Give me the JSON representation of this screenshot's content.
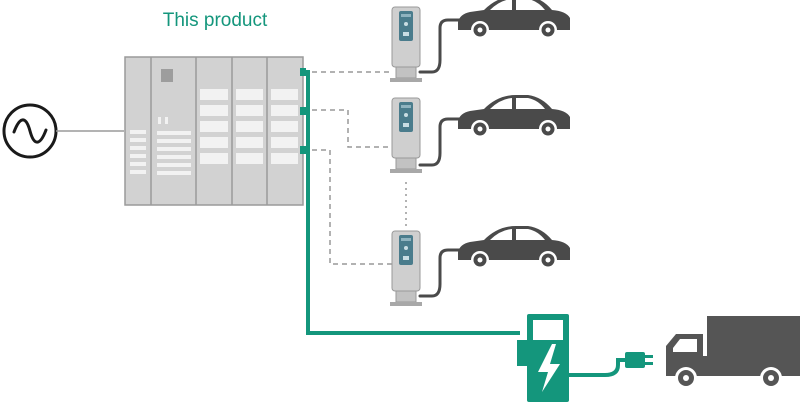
{
  "diagram": {
    "product_label": "This product",
    "nodes": [
      {
        "id": "ac-grid",
        "icon": "ac-sine-wave-icon"
      },
      {
        "id": "power-cabinet",
        "icon": "power-cabinet-icon"
      },
      {
        "id": "charger-1",
        "icon": "charging-post-icon"
      },
      {
        "id": "charger-2",
        "icon": "charging-post-icon"
      },
      {
        "id": "charger-3",
        "icon": "charging-post-icon"
      },
      {
        "id": "fast-charger",
        "icon": "lightning-charger-icon"
      },
      {
        "id": "car-1",
        "icon": "car-icon"
      },
      {
        "id": "car-2",
        "icon": "car-icon"
      },
      {
        "id": "car-3",
        "icon": "car-icon"
      },
      {
        "id": "truck",
        "icon": "truck-icon"
      }
    ],
    "connections": [
      {
        "from": "ac-grid",
        "to": "power-cabinet",
        "style": "solid-gray"
      },
      {
        "from": "power-cabinet",
        "to": "charger-1",
        "style": "dashed-gray"
      },
      {
        "from": "power-cabinet",
        "to": "charger-2",
        "style": "dashed-gray"
      },
      {
        "from": "power-cabinet",
        "to": "charger-3",
        "style": "dashed-gray"
      },
      {
        "from": "charger-2",
        "to": "charger-3",
        "style": "dotted-gray"
      },
      {
        "from": "power-cabinet",
        "to": "fast-charger",
        "style": "solid-green"
      },
      {
        "from": "charger-1",
        "to": "car-1",
        "style": "cable"
      },
      {
        "from": "charger-2",
        "to": "car-2",
        "style": "cable"
      },
      {
        "from": "charger-3",
        "to": "car-3",
        "style": "cable"
      },
      {
        "from": "fast-charger",
        "to": "truck",
        "style": "cable-green"
      }
    ],
    "colors": {
      "accent_green": "#14967c",
      "cabinet_fill": "#cfcfcf",
      "cabinet_stroke": "#9a9a9a",
      "charger_screen": "#4a7c8c",
      "vehicle": "#4a4a4a",
      "dashed_line": "#999999"
    }
  }
}
